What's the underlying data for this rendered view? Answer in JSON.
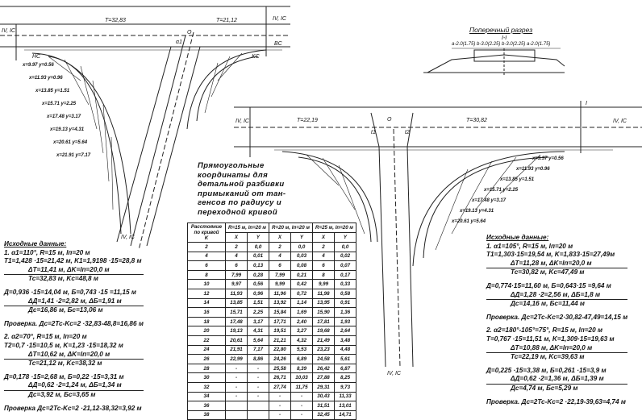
{
  "section": {
    "title": "Поперечный разрез",
    "subtitle": "I-I",
    "dims": "a-2.0(1.75)  b-3.0(2.25)  b-3.0(2.25)  a-2.0(1.75)"
  },
  "road_labels": {
    "I": "I",
    "IV_IC": "IV, IC",
    "BC": "BC",
    "KC": "KC",
    "HC": "HC",
    "O": "O",
    "t1": "t1",
    "t2": "t2",
    "alpha": "α1"
  },
  "tangent_labels": [
    "T=32,83",
    "T=21,12",
    "T=22,19",
    "T=30,82"
  ],
  "offset_labels_left": [
    "x=9.97 y=0.56",
    "x=11.93 y=0.96",
    "x=13.85 y=1.51",
    "x=15.71 y=2.25",
    "x=17.48 y=3.17",
    "x=19.13 y=4.31",
    "x=20.61 y=5.64",
    "x=21.91 y=7.17"
  ],
  "offset_labels_right": [
    "x=9.97 y=0.56",
    "x=11.93 y=0.96",
    "x=13.85 y=1.51",
    "x=15.71 y=2.25",
    "x=17.48 y=3.17",
    "x=19.13 y=4.31",
    "x=20.61 y=5.64"
  ],
  "caption": [
    "Прямоугольные",
    "координаты для",
    "детальной разбивки",
    "примыканий от тан-",
    "генсов по радиусу и",
    "переходной кривой"
  ],
  "table": {
    "head_k": "Расстояние по кривой",
    "head_k_sym": "K",
    "groups": [
      "R=15 м, lп=20 м",
      "R=20 м, lп=20 м",
      "R=25 м, lп=20 м"
    ],
    "sub": [
      "X",
      "Y",
      "X",
      "Y",
      "X",
      "Y"
    ],
    "rows": [
      [
        "2",
        "2",
        "0,0",
        "2",
        "0,0",
        "2",
        "0,0"
      ],
      [
        "4",
        "4",
        "0,01",
        "4",
        "0,03",
        "4",
        "0,02"
      ],
      [
        "6",
        "6",
        "0,13",
        "6",
        "0,08",
        "6",
        "0,07"
      ],
      [
        "8",
        "7,99",
        "0,28",
        "7,99",
        "0,21",
        "8",
        "0,17"
      ],
      [
        "10",
        "9,97",
        "0,56",
        "9,99",
        "0,42",
        "9,99",
        "0,33"
      ],
      [
        "12",
        "11,93",
        "0,96",
        "11,96",
        "0,72",
        "11,98",
        "0,58"
      ],
      [
        "14",
        "13,85",
        "1,51",
        "13,92",
        "1,14",
        "13,95",
        "0,91"
      ],
      [
        "16",
        "15,71",
        "2,25",
        "15,84",
        "1,69",
        "15,90",
        "1,36"
      ],
      [
        "18",
        "17,48",
        "3,17",
        "17,71",
        "2,40",
        "17,81",
        "1,93"
      ],
      [
        "20",
        "19,13",
        "4,31",
        "19,51",
        "3,27",
        "19,68",
        "2,64"
      ],
      [
        "22",
        "20,61",
        "5,64",
        "21,21",
        "4,32",
        "21,49",
        "3,48"
      ],
      [
        "24",
        "21,91",
        "7,17",
        "22,80",
        "5,53",
        "23,23",
        "4,48"
      ],
      [
        "26",
        "22,99",
        "8,86",
        "24,26",
        "6,89",
        "24,58",
        "5,61"
      ],
      [
        "28",
        "-",
        "-",
        "25,58",
        "8,39",
        "26,42",
        "6,87"
      ],
      [
        "30",
        "-",
        "-",
        "26,71",
        "10,03",
        "27,88",
        "8,25"
      ],
      [
        "32",
        "-",
        "-",
        "27,74",
        "11,75",
        "29,31",
        "9,73"
      ],
      [
        "34",
        "-",
        "-",
        "-",
        "-",
        "30,43",
        "11,33"
      ],
      [
        "36",
        "",
        "",
        "-",
        "-",
        "31,51",
        "13,01"
      ],
      [
        "38",
        "",
        "",
        "-",
        "-",
        "32,45",
        "14,71"
      ]
    ]
  },
  "left_block": {
    "title": "Исходные данные:",
    "lines": [
      "1. α1=110°, R=15 м, lп=20 м",
      "T1=1,428 ·15=21,42 м,      K1=1,9198 ·15=28,8 м",
      "ΔT=11,41 м,                 ΔK=lп=20,0 м",
      "Tc=32,83 м,                  Kc=48,8 м",
      "Д=0,936 ·15=14,04 м,   Б=0,743 ·15 =11,15 м",
      "ΔД=1,41 ·2=2,82 м,                ΔБ=1,91 м",
      "Дc=16,86 м,                  Бc=13,06 м",
      "Проверка. Дc=2Tc-Kc=2 ·32,83-48,8=16,86 м",
      "2. α2=70°, R=15 м, lп=20 м",
      "T2=0,7 ·15=10,5 м,    K=1,23 ·15=18,32 м",
      "ΔT=10,62 м,          ΔK=lп=20,0 м",
      "Tc=21,12 м,             Kc=38,32 м",
      "Д=0,178 ·15=2,68 м,      Б=0,22 ·15=3,31 м",
      "ΔД=0,62 ·2=1,24 м,                ΔБ=1,34 м",
      "Дc=3,92 м,                   Бc=3,65 м",
      "Проверка  Дc=2Tc-Kc=2 ·21,12-38,32=3,92 м"
    ]
  },
  "right_block": {
    "title": "Исходные данные:",
    "lines": [
      "1. α1=105°, R=15 м, lп=20 м",
      "T1=1,303·15=19,54 м, K=1,833·15=27,49м",
      "ΔT=11,28 м,               ΔK=lп=20,0 м",
      "Tc=30,82 м,                  Kc=47,49 м",
      "Д=0,774·15=11,60 м,  Б=0,643·15 =9,64 м",
      "ΔД=1,28 ·2=2,56 м,                ΔБ=1,8 м",
      "Дc=14,16 м,              Бc=11,44 м",
      "Проверка. Дc=2Tc-Kc=2·30,82-47,49=14,15 м",
      "2. α2=180°-105°=75°, R=15 м, lп=20 м",
      "T=0,767 ·15=11,51 м, K=1,309·15=19,63 м",
      "ΔT=10,88 м,               ΔK=lп=20,0 м",
      "Tc=22,19 м,                  Kc=39,63 м",
      "Д=0,225 ·15=3,38 м,   Б=0,261 ·15=3,9 м",
      "ΔД=0,62 ·2=1,36 м,                ΔБ=1,39 м",
      "Дc=4,74 м,                  Бc=5,29 м",
      "Проверка. Дc=2Tc-Kc=2 ·22,19-39,63=4,74 м"
    ]
  }
}
